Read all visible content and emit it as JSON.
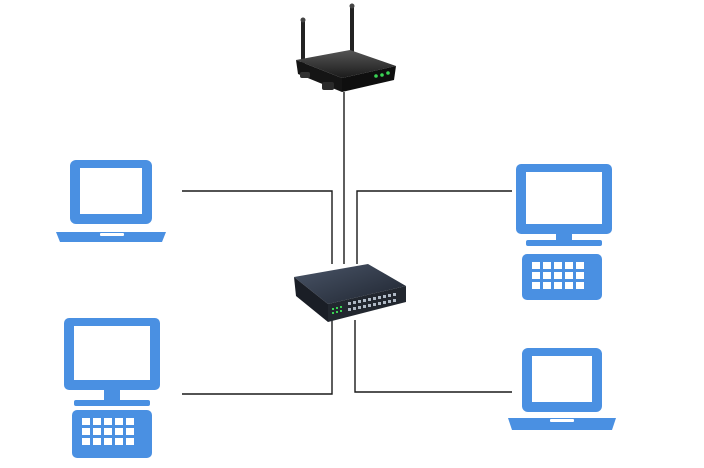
{
  "colors": {
    "device_blue": "#4a90e2",
    "device_white": "#ffffff",
    "wire": "#1a1a1a",
    "router_body": "#2b2b2b",
    "switch_body": "#2e3440",
    "led_green": "#39d353"
  },
  "nodes": [
    {
      "id": "router",
      "kind": "wireless-router"
    },
    {
      "id": "switch",
      "kind": "network-switch"
    },
    {
      "id": "laptop-left",
      "kind": "laptop"
    },
    {
      "id": "desktop-left",
      "kind": "desktop"
    },
    {
      "id": "desktop-right",
      "kind": "desktop"
    },
    {
      "id": "laptop-right",
      "kind": "laptop"
    }
  ],
  "links": [
    {
      "from": "router",
      "to": "switch"
    },
    {
      "from": "laptop-left",
      "to": "switch"
    },
    {
      "from": "desktop-left",
      "to": "switch"
    },
    {
      "from": "desktop-right",
      "to": "switch"
    },
    {
      "from": "laptop-right",
      "to": "switch"
    }
  ]
}
